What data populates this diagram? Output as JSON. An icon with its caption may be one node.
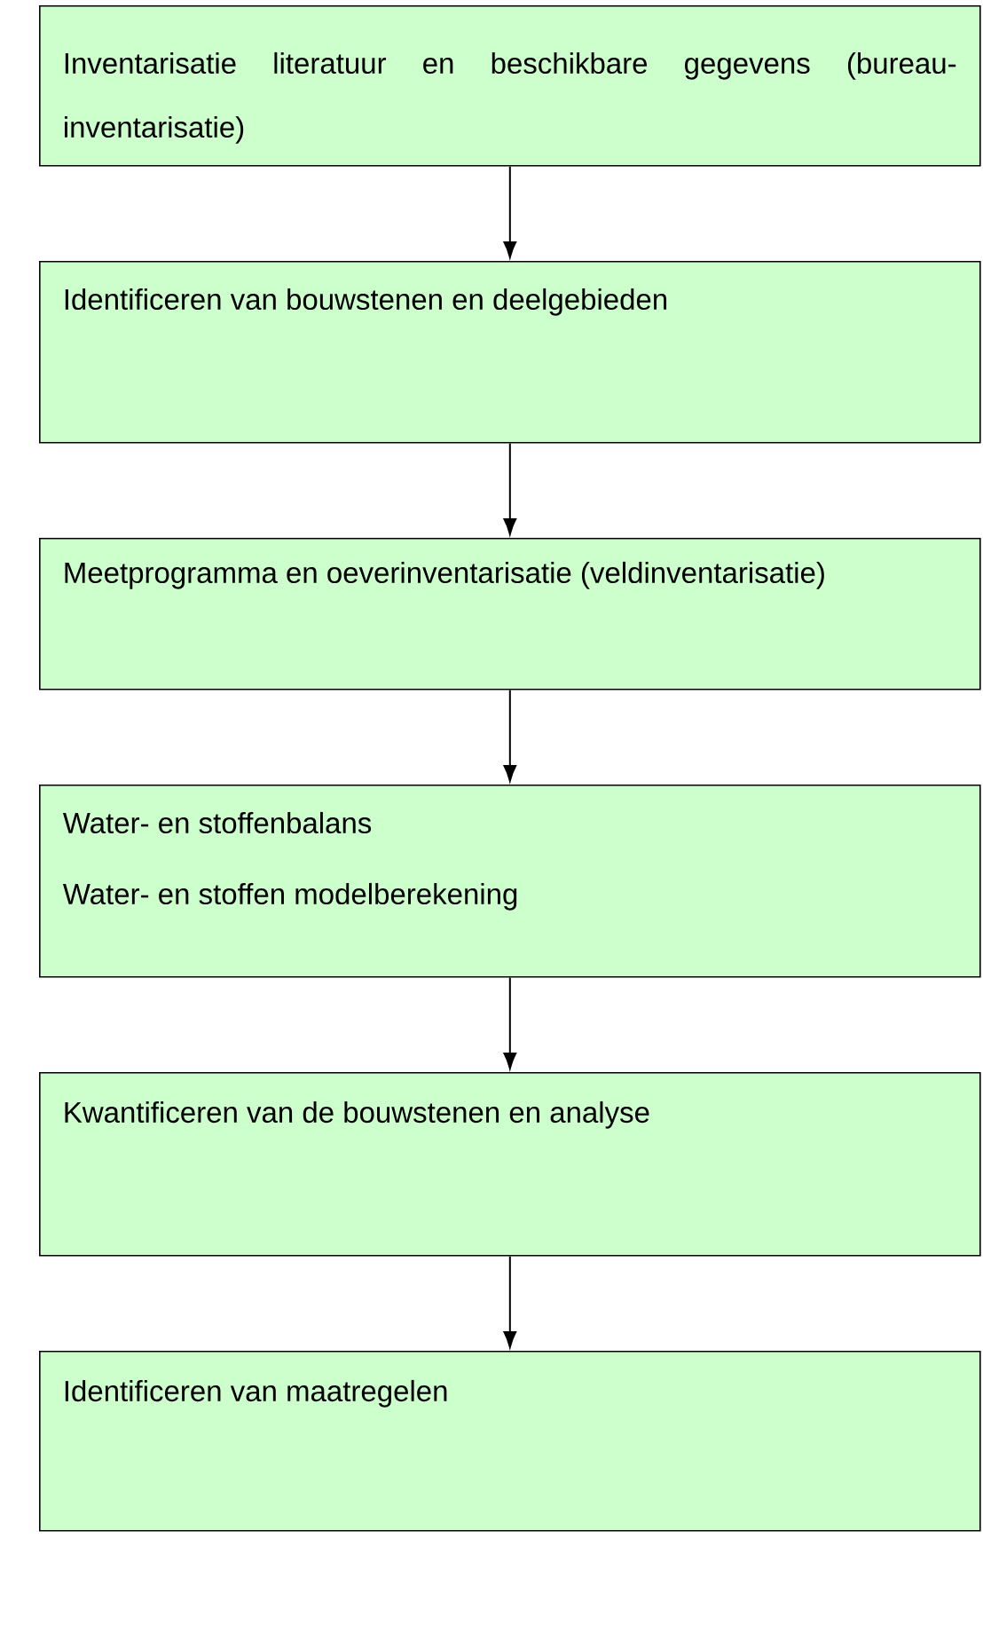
{
  "diagram": {
    "nodes": [
      {
        "text": [
          "Inventarisatie literatuur en beschikbare gegevens (bureau-inventarisatie)"
        ]
      },
      {
        "text": [
          "Identificeren van bouwstenen en deelgebieden"
        ]
      },
      {
        "text": [
          "Meetprogramma en oeverinventarisatie (veldinventarisatie)"
        ]
      },
      {
        "text": [
          "Water- en stoffenbalans",
          "Water- en stoffen modelberekening"
        ]
      },
      {
        "text": [
          "Kwantificeren van de bouwstenen en analyse"
        ]
      },
      {
        "text": [
          "Identificeren van maatregelen"
        ]
      }
    ],
    "edges": [
      {
        "from": 0,
        "to": 1,
        "arrow": "to"
      },
      {
        "from": 1,
        "to": 2,
        "arrow": "to"
      },
      {
        "from": 2,
        "to": 3,
        "arrow": "to"
      },
      {
        "from": 3,
        "to": 4,
        "arrow": "to"
      },
      {
        "from": 4,
        "to": 5,
        "arrow": "to"
      }
    ]
  }
}
